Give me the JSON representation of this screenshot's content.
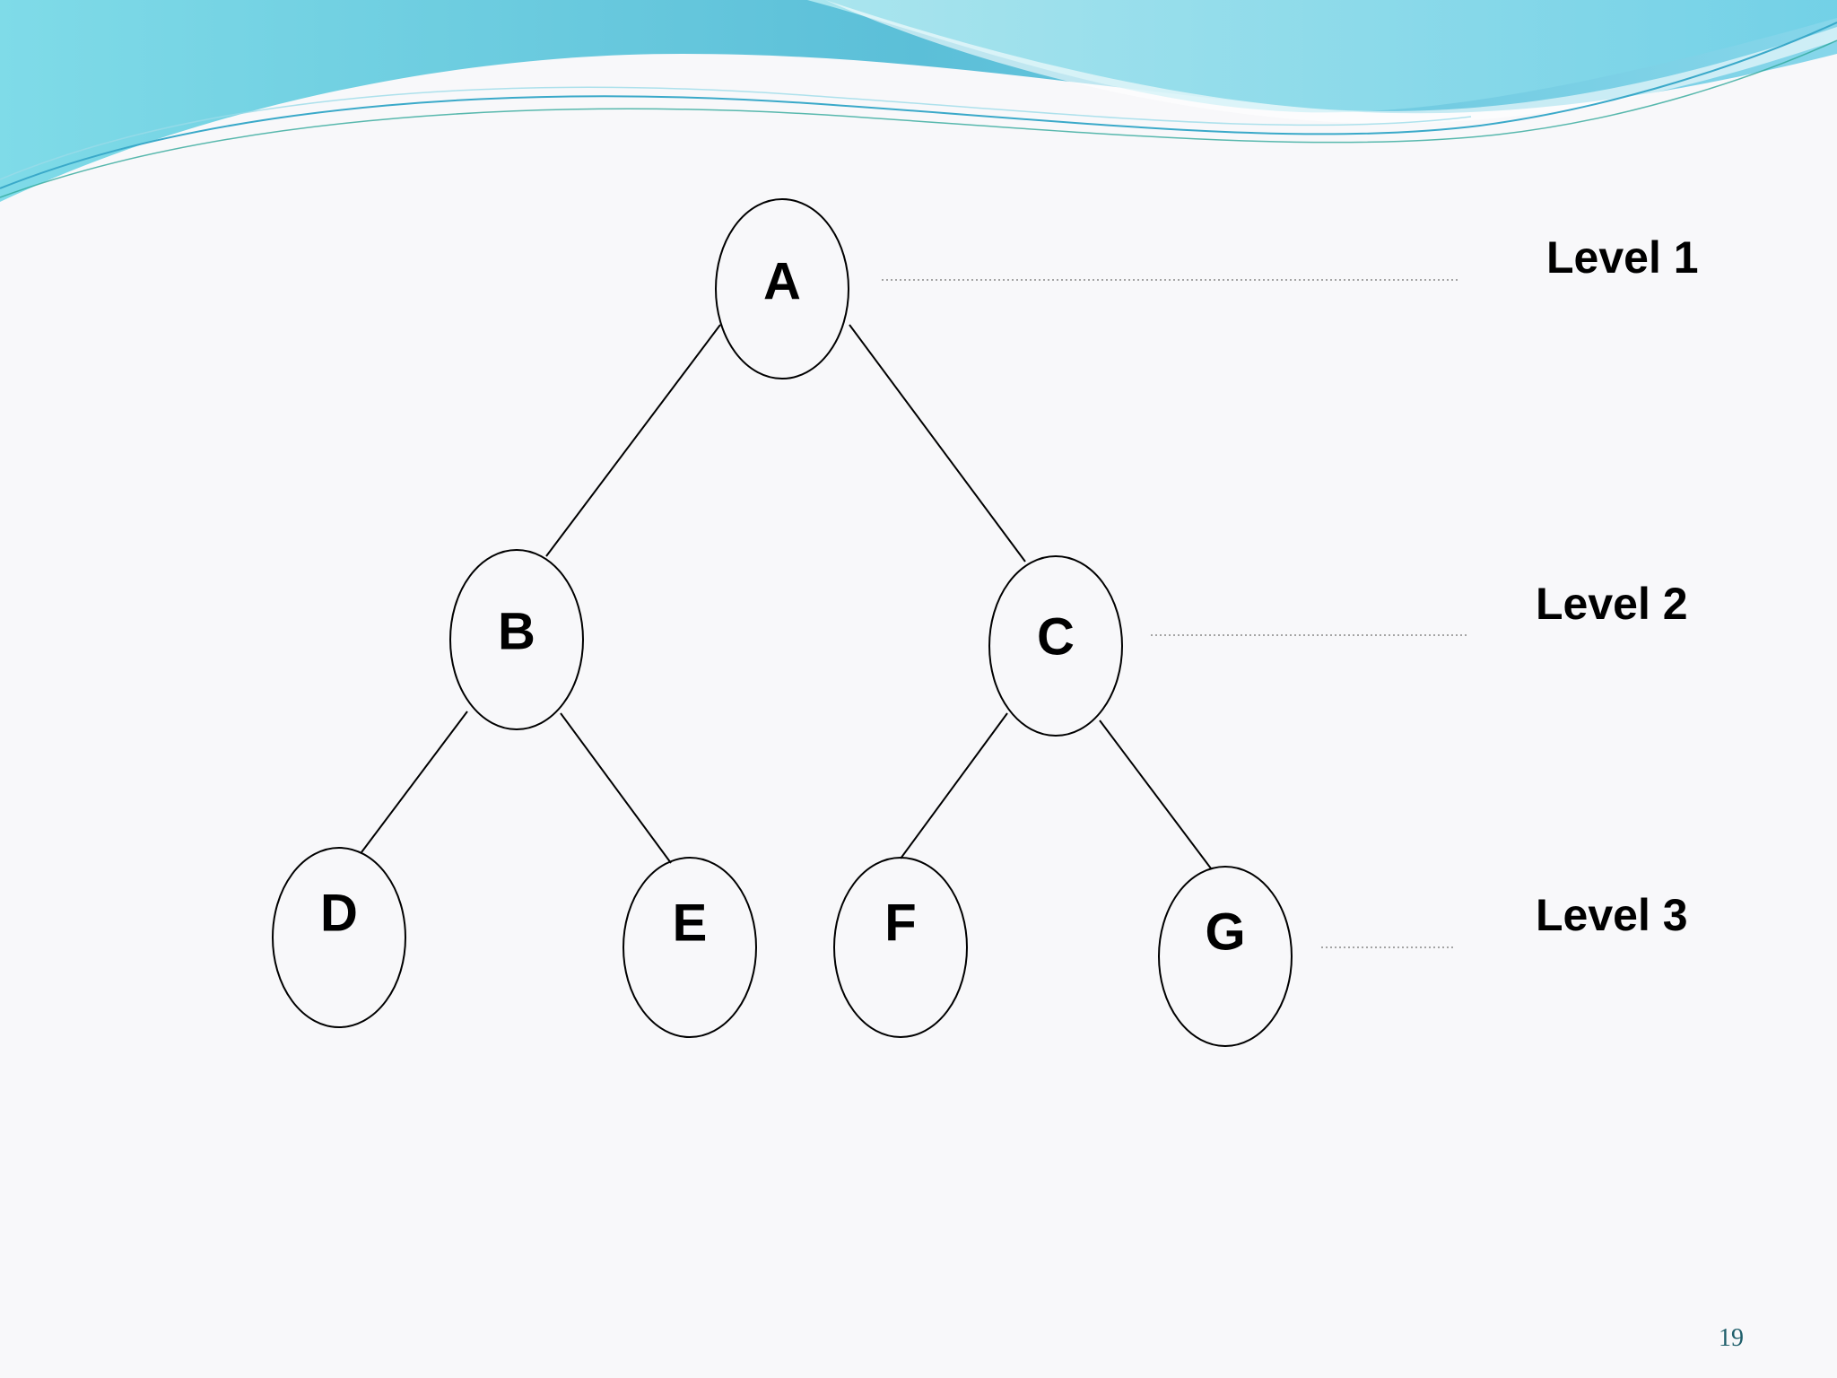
{
  "tree": {
    "nodes": [
      {
        "id": "A",
        "label": "A"
      },
      {
        "id": "B",
        "label": "B"
      },
      {
        "id": "C",
        "label": "C"
      },
      {
        "id": "D",
        "label": "D"
      },
      {
        "id": "E",
        "label": "E"
      },
      {
        "id": "F",
        "label": "F"
      },
      {
        "id": "G",
        "label": "G"
      }
    ],
    "edges": [
      {
        "from": "A",
        "to": "B"
      },
      {
        "from": "A",
        "to": "C"
      },
      {
        "from": "B",
        "to": "D"
      },
      {
        "from": "B",
        "to": "E"
      },
      {
        "from": "C",
        "to": "F"
      },
      {
        "from": "C",
        "to": "G"
      }
    ]
  },
  "levels": [
    {
      "label": "Level 1"
    },
    {
      "label": "Level 2"
    },
    {
      "label": "Level 3"
    }
  ],
  "page_number": "19",
  "colors": {
    "background": "#f8f8fa",
    "wave_light": "#a8e4ec",
    "wave_mid": "#6ccfe0",
    "wave_dark": "#3aa9c9",
    "node_stroke": "#000000",
    "dotted_line": "#888888"
  }
}
